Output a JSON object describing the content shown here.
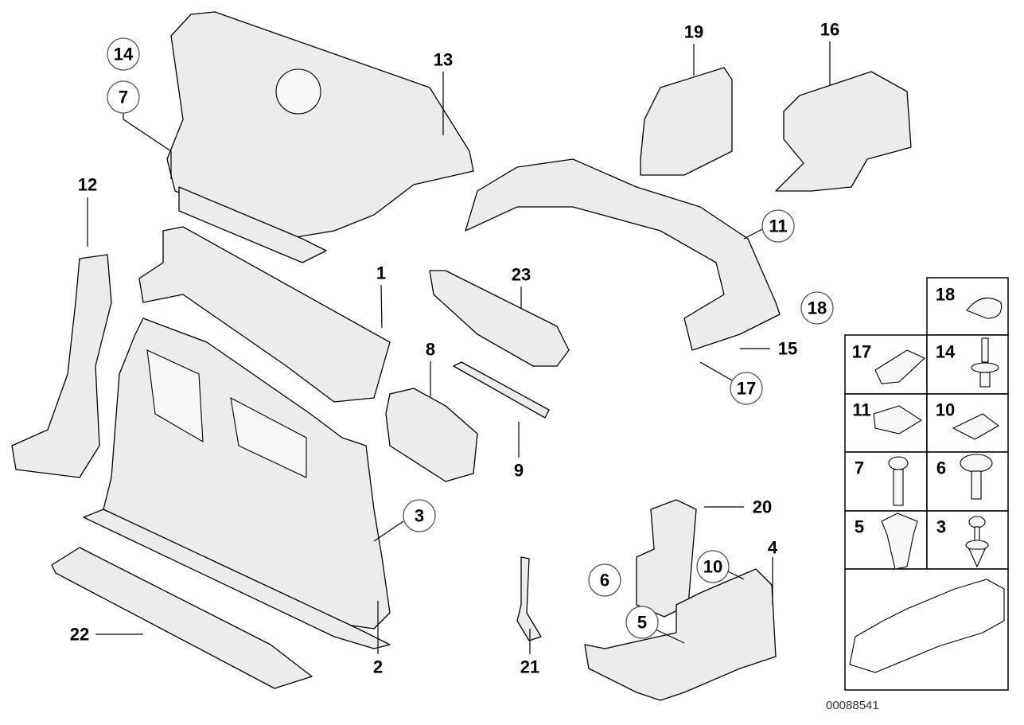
{
  "callouts": {
    "c14": "14",
    "c7": "7",
    "c13": "13",
    "c12": "12",
    "c1": "1",
    "c19": "19",
    "c16": "16",
    "c11": "11",
    "c18": "18",
    "c15": "15",
    "c17": "17",
    "c23": "23",
    "c8": "8",
    "c9": "9",
    "c3": "3",
    "c20": "20",
    "c4": "4",
    "c6": "6",
    "c5": "5",
    "c10": "10",
    "c22": "22",
    "c2": "2",
    "c21": "21"
  },
  "legend": {
    "cells": [
      "18",
      "17",
      "14",
      "11",
      "10",
      "7",
      "6",
      "5",
      "3"
    ]
  },
  "diagram_code": "00088541"
}
